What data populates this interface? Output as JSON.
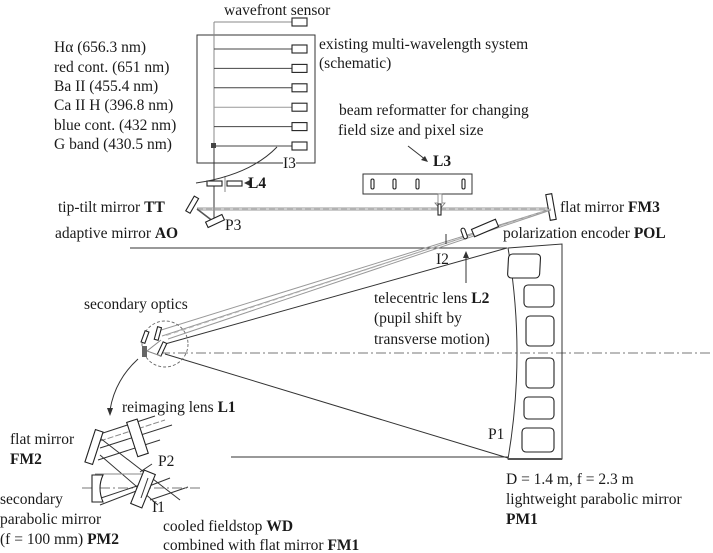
{
  "title": "Optical layout schematic of telescope and multi-wavelength system",
  "wavelength_channels": [
    {
      "label": "Hα (656.3 nm)"
    },
    {
      "label": "red cont. (651 nm)"
    },
    {
      "label": "Ba II (455.4 nm)"
    },
    {
      "label": "Ca II H (396.8 nm)"
    },
    {
      "label": "blue cont. (432 nm)"
    },
    {
      "label": "G band (430.5 nm)"
    }
  ],
  "labels": {
    "wavefront_sensor": "wavefront sensor",
    "existing_system_1": "existing multi-wavelength system",
    "existing_system_2": "(schematic)",
    "reformatter_1": "beam reformatter for changing",
    "reformatter_2": "field size and pixel size",
    "I3": "I3",
    "L4": "L4",
    "L3": "L3",
    "tt_prefix": "tip-tilt mirror ",
    "tt_bold": "TT",
    "ao_prefix": "adaptive mirror ",
    "ao_bold": "AO",
    "P3": "P3",
    "fm3_prefix": "flat mirror ",
    "fm3_bold": "FM3",
    "pol_prefix": "polarization encoder ",
    "pol_bold": "POL",
    "I2": "I2",
    "secondary_optics": "secondary optics",
    "l2_prefix": "telecentric lens ",
    "l2_bold": "L2",
    "l2_line2": "(pupil shift by",
    "l2_line3": "transverse motion)",
    "l1_prefix": "reimaging lens ",
    "l1_bold": "L1",
    "fm2_line1": "flat mirror",
    "fm2_bold": "FM2",
    "P2": "P2",
    "P1": "P1",
    "I1": "I1",
    "pm2_line1": "secondary",
    "pm2_line2": "parabolic mirror",
    "pm2_prefix": "(f = 100 mm) ",
    "pm2_bold": "PM2",
    "wd_prefix": "cooled fieldstop ",
    "wd_bold": "WD",
    "fm1_prefix": "combined with flat mirror ",
    "fm1_bold": "FM1",
    "pm1_line1": "D = 1.4 m, f = 2.3 m",
    "pm1_line2": "lightweight parabolic mirror",
    "pm1_bold": "PM1"
  }
}
